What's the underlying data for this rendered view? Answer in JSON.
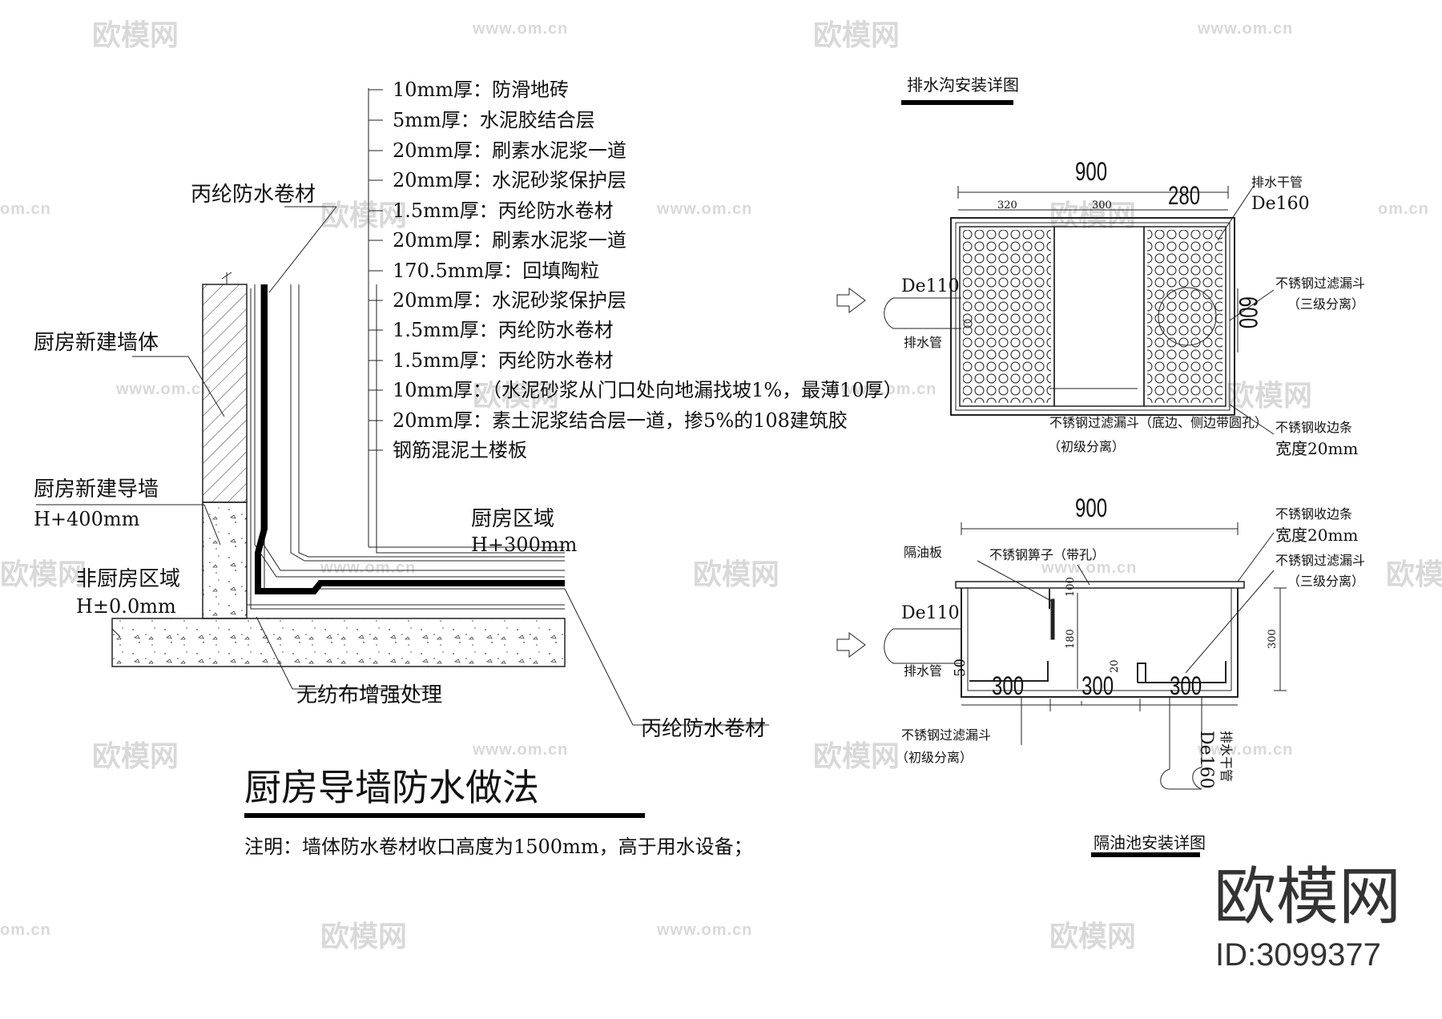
{
  "watermark": {
    "brand": "欧模网",
    "url": "www.om.cn",
    "url_short": "om.cn"
  },
  "left": {
    "layers": [
      "10mm厚：防滑地砖",
      "5mm厚：水泥胶结合层",
      "20mm厚：刷素水泥浆一道",
      "20mm厚：水泥砂浆保护层",
      "1.5mm厚：丙纶防水卷材",
      "20mm厚：刷素水泥浆一道",
      "170.5mm厚：回填陶粒",
      "20mm厚：水泥砂浆保护层",
      "1.5mm厚：丙纶防水卷材",
      "1.5mm厚：丙纶防水卷材",
      "10mm厚：（水泥砂浆从门口处向地漏找坡1%，最薄10厚）",
      "20mm厚：素土泥浆结合层一道，掺5%的108建筑胶",
      "钢筋混泥土楼板"
    ],
    "label_membrane_top": "丙纶防水卷材",
    "label_new_wall": "厨房新建墙体",
    "label_guide_wall": "厨房新建导墙",
    "label_guide_wall_h": "H+400mm",
    "label_non_kitchen": "非厨房区域",
    "label_non_kitchen_h": "H±0.0mm",
    "label_kitchen": "厨房区域",
    "label_kitchen_h": "H+300mm",
    "label_nonwoven": "无纺布增强处理",
    "label_membrane_bottom": "丙纶防水卷材",
    "title": "厨房导墙防水做法",
    "note": "注明：墙体防水卷材收口高度为1500mm，高于用水设备；"
  },
  "drain": {
    "title": "排水沟安装详图",
    "dim_total": "900",
    "dim_left": "320",
    "dim_mid": "300",
    "dim_right": "280",
    "dim_height": "600",
    "main_pipe_label": "排水干管",
    "main_pipe_size": "De160",
    "inlet_size": "De110",
    "inlet_label": "排水管",
    "funnel_label_1": "不锈钢过滤漏斗",
    "funnel_label_1b": "（三级分离）",
    "funnel_label_2": "不锈钢过滤漏斗（底边、侧边带圆孔）",
    "funnel_label_2b": "（初级分离）",
    "edge_label": "不锈钢收边条",
    "edge_width": "宽度20mm"
  },
  "trap": {
    "title": "隔油池安装详图",
    "dim_total": "900",
    "dim_a": "300",
    "dim_b": "300",
    "dim_c": "300",
    "dim_h": "300",
    "dim_100": "100",
    "dim_180": "180",
    "dim_50": "50",
    "dim_20": "20",
    "edge_label": "不锈钢收边条",
    "edge_width": "宽度20mm",
    "funnel_label": "不锈钢过滤漏斗",
    "funnel_label_b": "（三级分离）",
    "baffle_label": "隔油板",
    "grate_label": "不锈钢箅子（带孔）",
    "inlet_size": "De110",
    "inlet_label": "排水管",
    "funnel_label_2": "不锈钢过滤漏斗",
    "funnel_label_2b": "（初级分离）",
    "main_pipe_label": "排水干管",
    "main_pipe_size": "De160"
  },
  "brand": {
    "name": "欧模网",
    "id": "ID:3099377"
  }
}
